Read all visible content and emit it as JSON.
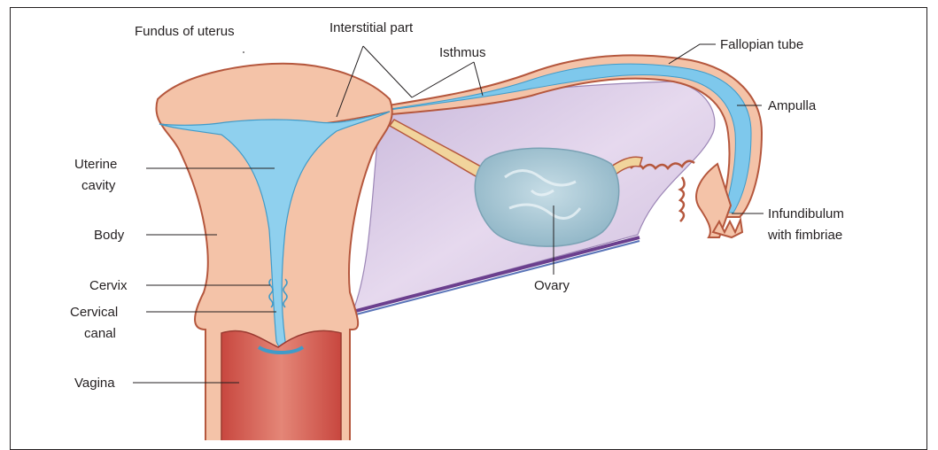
{
  "labels": {
    "fundus": "Fundus of uterus",
    "interstitial": "Interstitial part",
    "isthmus": "Isthmus",
    "fallopian": "Fallopian tube",
    "ampulla": "Ampulla",
    "uterine_cavity_1": "Uterine",
    "uterine_cavity_2": "cavity",
    "body": "Body",
    "cervix": "Cervix",
    "cervical_canal_1": "Cervical",
    "cervical_canal_2": "canal",
    "vagina": "Vagina",
    "ovary": "Ovary",
    "infundibulum_1": "Infundibulum",
    "infundibulum_2": "with fimbriae"
  },
  "colors": {
    "uterus_wall": "#f4c3a8",
    "uterus_outline": "#b5573d",
    "cavity": "#8fd0ee",
    "ligament": "#d9c6e3",
    "ovary": "#a9c9d6",
    "vagina": "#d9655a",
    "tube": "#7ec8ec"
  }
}
